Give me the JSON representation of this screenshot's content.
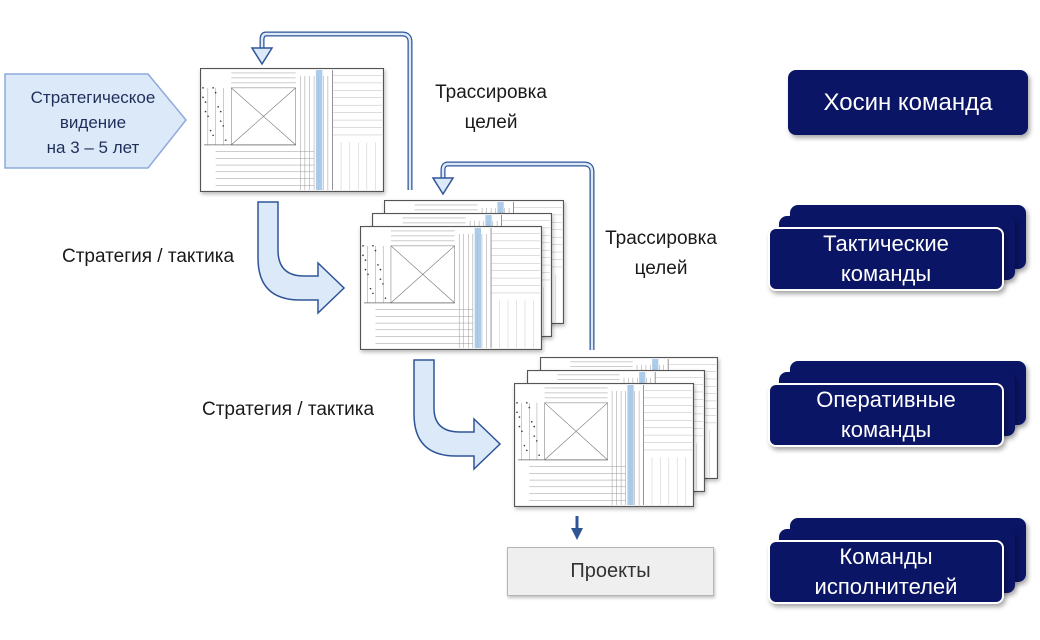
{
  "strategic_vision": {
    "line1": "Стратегическое",
    "line2": "видение",
    "line3": "на 3 – 5 лет"
  },
  "trace_label_1": {
    "line1": "Трассировка",
    "line2": "целей"
  },
  "trace_label_2": {
    "line1": "Трассировка",
    "line2": "целей"
  },
  "strategy_label_1": "Стратегия / тактика",
  "strategy_label_2": "Стратегия / тактика",
  "projects_label": "Проекты",
  "teams": {
    "hoshin": "Хосин команда",
    "tactical": {
      "line1": "Тактические",
      "line2": "команды"
    },
    "operational": {
      "line1": "Оперативные",
      "line2": "команды"
    },
    "executors": {
      "line1": "Команды",
      "line2": "исполнителей"
    }
  },
  "colors": {
    "team_fill": "#0b1565",
    "arrow_fill": "#dce9f8",
    "arrow_stroke": "#2f5597",
    "matrix_highlight": "#9dc3e6",
    "projects_fill": "#efefef"
  }
}
